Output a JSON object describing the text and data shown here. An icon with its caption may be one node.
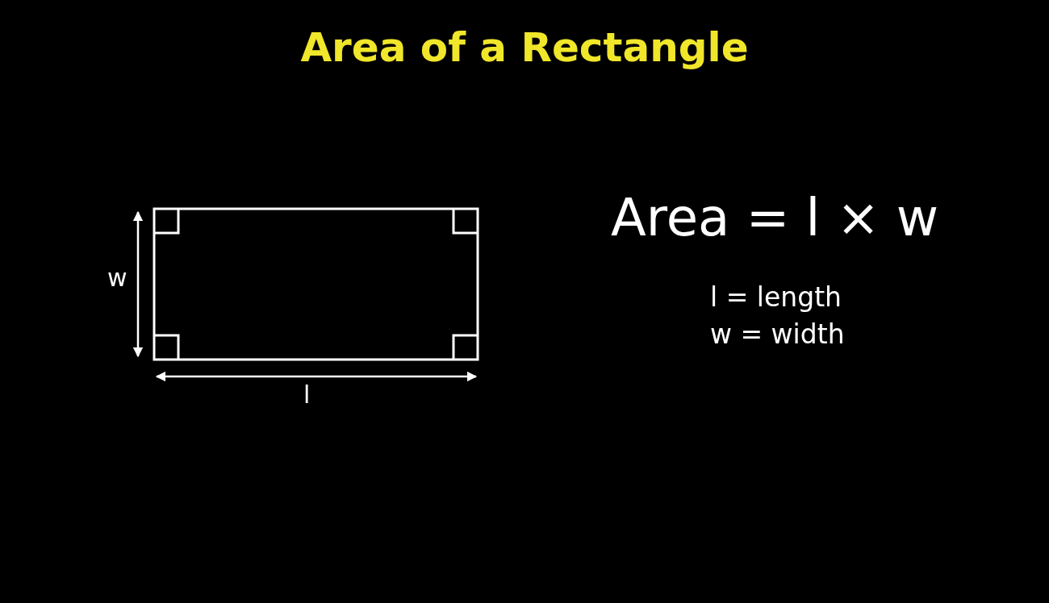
{
  "diagram": {
    "title": "Area of a Rectangle",
    "labels": [
      "Area = l × w",
      "w",
      "l = length",
      "w = width",
      "l"
    ]
  }
}
